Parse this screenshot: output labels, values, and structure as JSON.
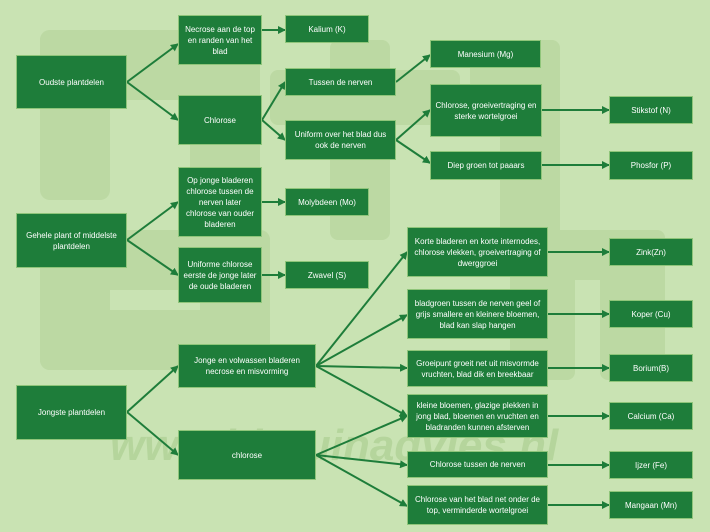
{
  "watermark": {
    "text": "www.biotuinadvies.nl",
    "logo_text": "bio tuin"
  },
  "colors": {
    "node_fill": "#1e7d3a",
    "edge": "#1e7d3a",
    "background": "#c9e3b3"
  },
  "nodes": {
    "oudste": "Oudste plantdelen",
    "gehele": "Gehele plant of middelste plantdelen",
    "jongste": "Jongste plantdelen",
    "necrose_top": "Necrose aan de top en randen van het blad",
    "chlorose_oud": "Chlorose",
    "jonge_bladeren_chlorose": "Op jonge bladeren chlorose tussen de nerven later chlorose van ouder bladeren",
    "uniforme_chlorose": "Uniforme chlorose eerste de jonge later de oude bladeren",
    "jonge_volwassen_necrose": "Jonge en volwassen bladeren necrose en misvorming",
    "chlorose_jong": "chlorose",
    "kalium": "Kalium (K)",
    "tussen_nerven_oud": "Tussen de nerven",
    "uniform_blad": "Uniform over het blad dus ook de nerven",
    "molybdeen": "Molybdeen (Mo)",
    "zwavel": "Zwavel (S)",
    "magnesium": "Manesium (Mg)",
    "chlorose_groeivertraging": "Chlorose, groeivertraging en sterke wortelgroei",
    "diep_groen": "Diep groen tot paaars",
    "korte_bladeren": "Korte bladeren en korte internodes, chlorose vlekken, groeivertraging of dwerggroei",
    "bladgroen": "bladgroen tussen de nerven geel of grijs smallere en kleinere bloemen, blad kan slap hangen",
    "groeipunt": "Groeipunt groeit net uit misvormde vruchten, blad dik en breekbaar",
    "kleine_bloemen": "kleine bloemen, glazige plekken in jong blad, bloemen en vruchten en bladranden kunnen afsterven",
    "chlorose_tussen_nerven_jong": "Chlorose tussen de nerven",
    "chlorose_blad_onder_top": "Chlorose van het blad net onder de top, verminderde wortelgroei",
    "stikstof": "Stikstof (N)",
    "phosfor": "Phosfor (P)",
    "zink": "Zink(Zn)",
    "koper": "Koper (Cu)",
    "borium": "Borium(B)",
    "calcium": "Calcium (Ca)",
    "ijzer": "Ijzer (Fe)",
    "mangaan": "Mangaan (Mn)"
  }
}
